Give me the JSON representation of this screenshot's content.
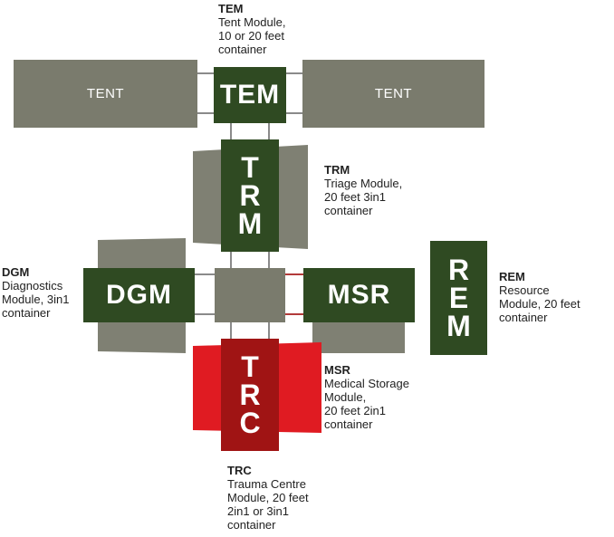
{
  "tents": {
    "left": "TENT",
    "right": "TENT"
  },
  "modules": {
    "tem": {
      "label": "TEM",
      "color": "#2f4a22"
    },
    "trm": {
      "letters": [
        "T",
        "R",
        "M"
      ],
      "color": "#2f4a22"
    },
    "dgm": {
      "label": "DGM",
      "color": "#2f4a22"
    },
    "msr": {
      "label": "MSR",
      "color": "#2f4a22"
    },
    "rem": {
      "letters": [
        "R",
        "E",
        "M"
      ],
      "color": "#2f4a22"
    },
    "trc": {
      "letters": [
        "T",
        "R",
        "C"
      ],
      "color": "#a01414"
    }
  },
  "descriptions": {
    "tem": {
      "title": "TEM",
      "body": "Tent Module,\n10 or 20 feet\ncontainer"
    },
    "trm": {
      "title": "TRM",
      "body": "Triage Module,\n20 feet 3in1\ncontainer"
    },
    "dgm": {
      "title": "DGM",
      "body": "Diagnostics\nModule, 3in1\ncontainer"
    },
    "rem": {
      "title": "REM",
      "body": "Resource\nModule, 20 feet\ncontainer"
    },
    "msr": {
      "title": "MSR",
      "body": "Medical Storage\nModule,\n20 feet 2in1\ncontainer"
    },
    "trc": {
      "title": "TRC",
      "body": "Trauma Centre\nModule, 20 feet\n2in1 or 3in1\ncontainer"
    }
  },
  "colors": {
    "tent_gray": "#7a7b6d",
    "module_green": "#2f4a22",
    "trc_dark_red": "#a01414",
    "trc_light_red": "#e01b22",
    "connector": "#8a8a8a",
    "connector_red": "#b23a3a"
  }
}
